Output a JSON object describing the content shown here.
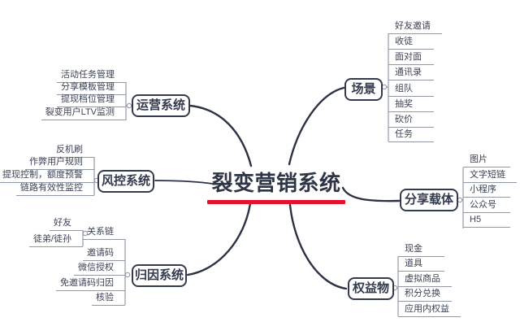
{
  "center": {
    "title": "裂变营销系统"
  },
  "colors": {
    "accent_red": "#E8112D",
    "node_navy": "#333B4F",
    "connector_dark": "#2A3243",
    "line_gray": "#9299A6"
  },
  "branches": {
    "operation": {
      "label": "运营系统",
      "children": [
        {
          "label": "活动任务管理"
        },
        {
          "label": "分享模板管理"
        },
        {
          "label": "提现档位管理"
        },
        {
          "label": "裂变用户LTV监测"
        }
      ]
    },
    "risk": {
      "label": "风控系统",
      "children": [
        {
          "label": "反机刷"
        },
        {
          "label": "作弊用户规则"
        },
        {
          "label": "提现控制，额度预警"
        },
        {
          "label": "链路有效性监控"
        }
      ]
    },
    "attribution": {
      "label": "归因系统",
      "children": [
        {
          "label": "关系链",
          "children": [
            {
              "label": "好友"
            },
            {
              "label": "徒弟/徒孙"
            }
          ]
        },
        {
          "label": "邀请码"
        },
        {
          "label": "微信授权"
        },
        {
          "label": "免邀请码归因"
        },
        {
          "label": "核验"
        }
      ]
    },
    "scene": {
      "label": "场景",
      "children": [
        {
          "label": "好友邀请"
        },
        {
          "label": "收徒"
        },
        {
          "label": "面对面"
        },
        {
          "label": "通讯录"
        },
        {
          "label": "组队"
        },
        {
          "label": "抽奖"
        },
        {
          "label": "砍价"
        },
        {
          "label": "任务"
        }
      ]
    },
    "share_carrier": {
      "label": "分享载体",
      "children": [
        {
          "label": "图片"
        },
        {
          "label": "文字短链"
        },
        {
          "label": "小程序"
        },
        {
          "label": "公众号"
        },
        {
          "label": "H5"
        }
      ]
    },
    "benefit": {
      "label": "权益物",
      "children": [
        {
          "label": "现金"
        },
        {
          "label": "道具"
        },
        {
          "label": "虚拟商品"
        },
        {
          "label": "积分兑换"
        },
        {
          "label": "应用内权益"
        }
      ]
    }
  }
}
